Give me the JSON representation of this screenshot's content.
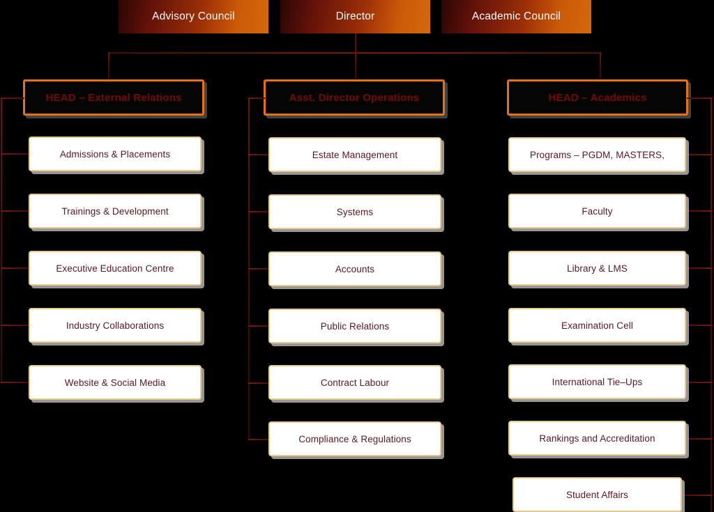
{
  "chart_data": {
    "type": "diagram",
    "title": "Institute Organisation Chart",
    "layout": "top-down org chart, 3 top-level boxes, 3 department heads, leaf departments under each head",
    "colors": {
      "page_background": "#000000",
      "top_box_gradient_from": "#2b0604",
      "top_box_gradient_to": "#d4690c",
      "top_box_text": "#ffffff",
      "head_box_border": "#e8700f",
      "head_box_fill": "#050505",
      "head_box_text": "#6e0d06",
      "item_box_fill": "#ffffff",
      "item_box_border": "#e7c98a",
      "item_box_text": "#5b1721",
      "connector_line": "#5c1008",
      "shadow_gray": "#c8c8c8"
    }
  },
  "top_level": [
    {
      "label": "Advisory Council",
      "name": "advisory-council"
    },
    {
      "label": "Director",
      "name": "director"
    },
    {
      "label": "Academic Council",
      "name": "academic-council"
    }
  ],
  "columns": [
    {
      "head": "HEAD – External Relations",
      "head_name": "head-external-relations",
      "items": [
        "Admissions & Placements",
        "Trainings & Development",
        "Executive Education Centre",
        "Industry Collaborations",
        "Website & Social Media"
      ]
    },
    {
      "head": "Asst. Director Operations",
      "head_name": "asst-director-operations",
      "items": [
        "Estate Management",
        "Systems",
        "Accounts",
        "Public Relations",
        "Contract Labour",
        "Compliance & Regulations"
      ]
    },
    {
      "head": "HEAD – Academics",
      "head_name": "head-academics",
      "items": [
        "Programs – PGDM, MASTERS,",
        "Faculty",
        "Library & LMS",
        "Examination Cell",
        "International Tie–Ups",
        "Rankings and Accreditation",
        "Student Affairs"
      ]
    }
  ]
}
